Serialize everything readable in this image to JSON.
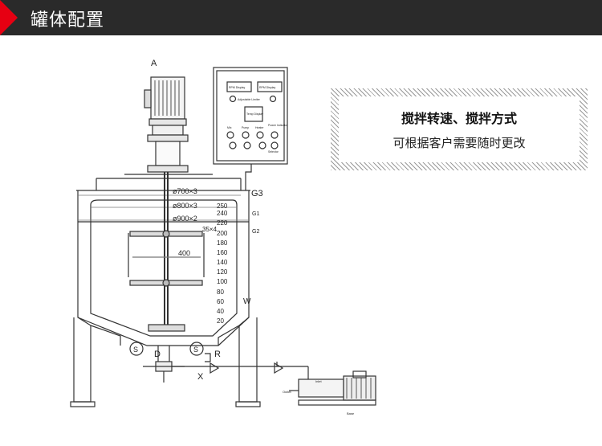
{
  "header": {
    "title": "罐体配置"
  },
  "info": {
    "line1": "搅拌转速、搅拌方式",
    "line2": "可根据客户需要随时更改"
  },
  "diagram": {
    "labels": {
      "A": "A",
      "G3": "G3",
      "G1": "G1",
      "G2": "G2",
      "W": "W",
      "D": "D",
      "R": "R",
      "X": "X",
      "S": "S",
      "dim_400": "400"
    },
    "diameters": [
      "ø700×3",
      "ø800×3",
      "ø900×2",
      "35×4"
    ],
    "scale": [
      "250",
      "240",
      "220",
      "200",
      "180",
      "160",
      "140",
      "120",
      "100",
      "80",
      "60",
      "40",
      "20"
    ],
    "panel": {
      "display1": "RPM Display",
      "display2": "RPM Display",
      "adjustable": "Adjustable Limiter",
      "temp": "Temp Display",
      "btn_labels": [
        "Mix",
        "Pump",
        "Heater",
        "Power Indicator"
      ],
      "selector": "Selector"
    },
    "pump": {
      "inlet": "Inlet",
      "outlet": "Outlet",
      "base": "Base"
    }
  }
}
